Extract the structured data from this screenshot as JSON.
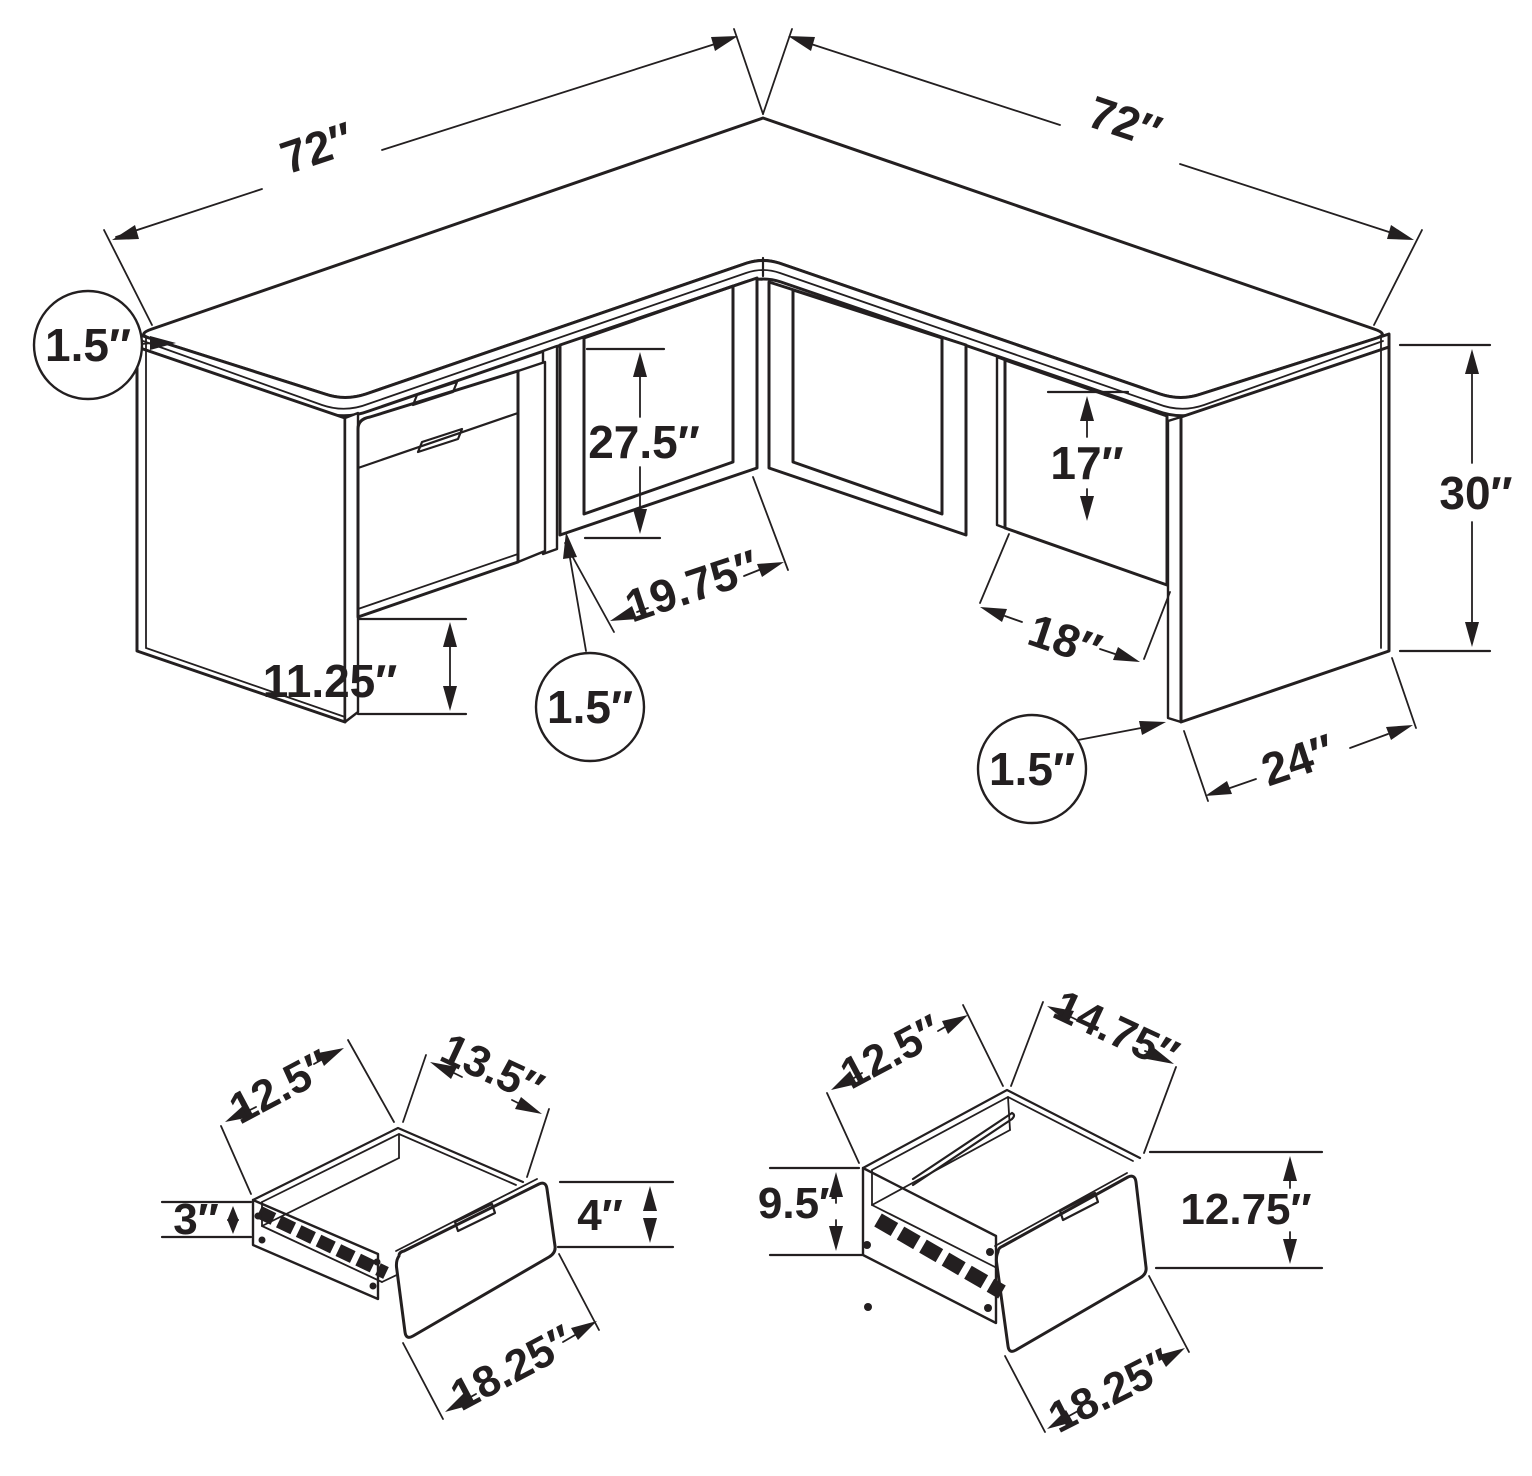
{
  "diagram": {
    "background": "#ffffff",
    "line_color": "#231f20",
    "main": {
      "name": "l-shaped-corner-desk",
      "top_left_length": "72″",
      "top_right_length": "72″",
      "top_thickness": "1.5″",
      "left_opening_height": "27.5″",
      "left_opening_width": "19.75″",
      "pedestal_floor_clearance": "11.25″",
      "frame_leg_thickness": "1.5″",
      "right_support_height": "17″",
      "right_support_width": "18″",
      "overall_height": "30″",
      "end_panel_thickness": "1.5″",
      "end_panel_depth": "24″"
    },
    "drawer_small": {
      "name": "small-drawer",
      "inner_width": "12.5″",
      "inner_depth": "13.5″",
      "back_height": "3″",
      "front_height": "4″",
      "front_width": "18.25″"
    },
    "drawer_large": {
      "name": "file-drawer",
      "inner_width": "12.5″",
      "inner_depth": "14.75″",
      "back_height": "9.5″",
      "front_height": "12.75″",
      "front_width": "18.25″"
    }
  }
}
